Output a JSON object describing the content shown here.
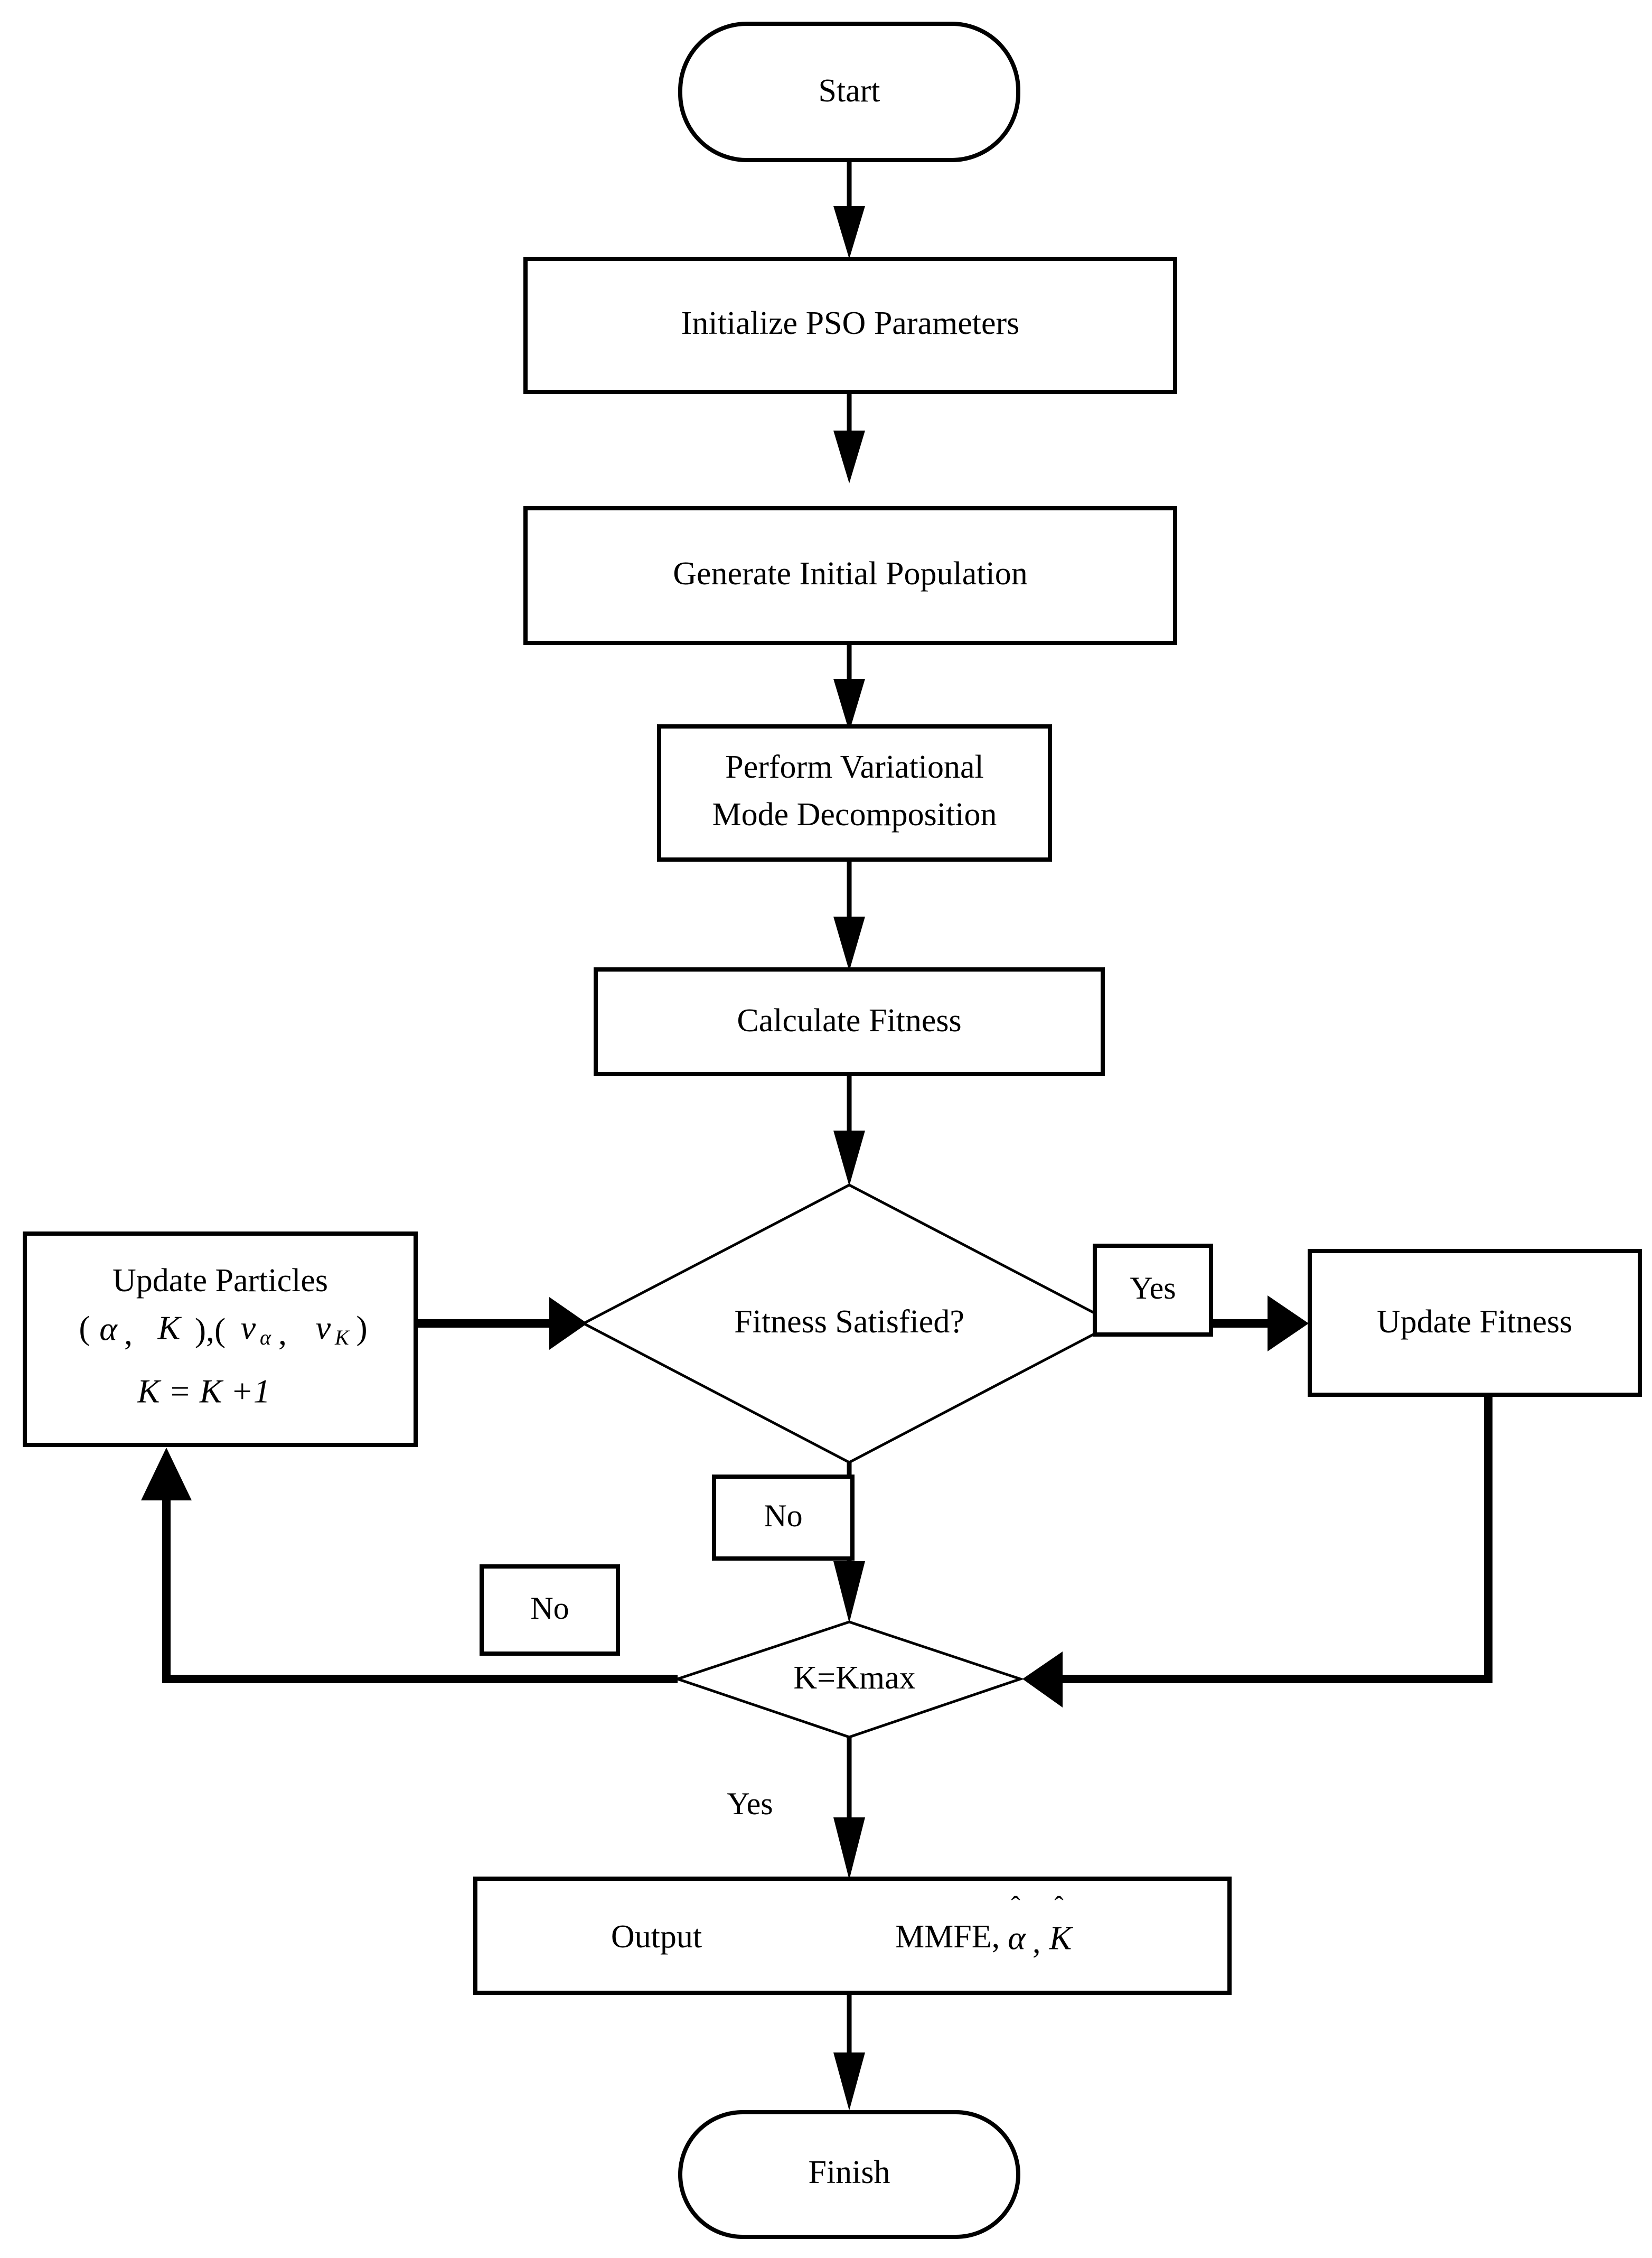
{
  "diagram": {
    "title": "PSO-VMD Optimization Flowchart",
    "background_color": "#ffffff",
    "line_color": "#000000"
  },
  "nodes": {
    "start": {
      "label": "Start",
      "shape": "terminator"
    },
    "init_pso": {
      "label": "Initialize PSO Parameters",
      "shape": "process"
    },
    "gen_pop": {
      "label": "Generate Initial Population",
      "shape": "process"
    },
    "vmd_line1": "Perform Variational",
    "vmd_line2": "Mode Decomposition",
    "calc_fitness": {
      "label": "Calculate Fitness",
      "shape": "process"
    },
    "fitness_decision": {
      "label": "Fitness Satisfied?",
      "shape": "decision"
    },
    "update_fitness": {
      "label": "Update Fitness",
      "shape": "process"
    },
    "kmax_decision": {
      "label": "K=Kmax",
      "shape": "decision"
    },
    "update_particles": {
      "line1": "Update Particles",
      "line2_open": "(",
      "line2_alpha": "α",
      "line2_comma1": ",",
      "line2_K": "K",
      "line2_close_open": "),(",
      "line2_nu": "ν",
      "line2_nu_sub_alpha": "α",
      "line2_comma2": ",",
      "line2_nu2": "ν",
      "line2_nu_sub_K": "K",
      "line2_close": ")",
      "line3": "K = K +1"
    },
    "output": {
      "label_left": "Output",
      "label_right_prefix": "MMFE,",
      "label_right_alpha": "α",
      "label_right_comma": ",",
      "label_right_K": "K",
      "hat": "ˆ",
      "shape": "process"
    },
    "finish": {
      "label": "Finish",
      "shape": "terminator"
    }
  },
  "edge_labels": {
    "yes_fitness": "Yes",
    "no_fitness": "No",
    "no_kmax": "No",
    "yes_kmax": "Yes"
  },
  "flow_order": [
    "Start",
    "Initialize PSO Parameters",
    "Generate Initial Population",
    "Perform Variational Mode Decomposition",
    "Calculate Fitness",
    "Fitness Satisfied?",
    "Update Fitness",
    "K=Kmax",
    "Update Particles",
    "Output MMFE, alpha-hat, K-hat",
    "Finish"
  ]
}
